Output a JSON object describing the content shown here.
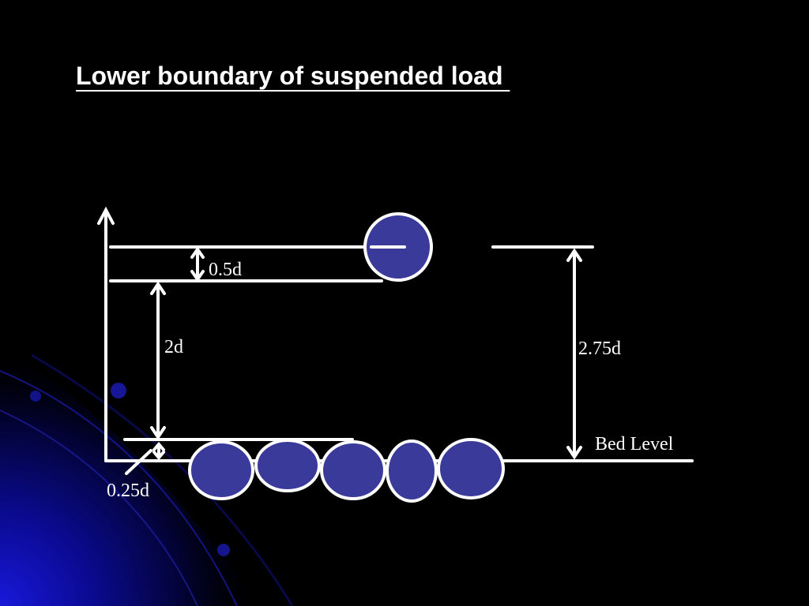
{
  "title": "Lower boundary of suspended load ",
  "labels": {
    "half_d": "0.5d",
    "two_d": "2d",
    "quarter_d": "0.25d",
    "two_point_seven_five_d": "2.75d",
    "bed_level": "Bed Level"
  },
  "colors": {
    "background": "#000000",
    "particle_fill": "#3a3a9a",
    "line": "#ffffff",
    "glow": "#1010c8"
  }
}
